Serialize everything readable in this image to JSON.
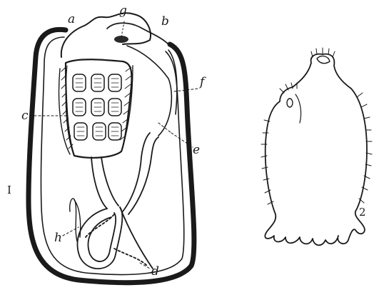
{
  "figure1": {
    "number": "I",
    "labels": {
      "a": "a",
      "b": "b",
      "c": "c",
      "d": "d",
      "e": "e",
      "f": "f",
      "g": "g",
      "h": "h"
    }
  },
  "figure2": {
    "number": "2"
  }
}
